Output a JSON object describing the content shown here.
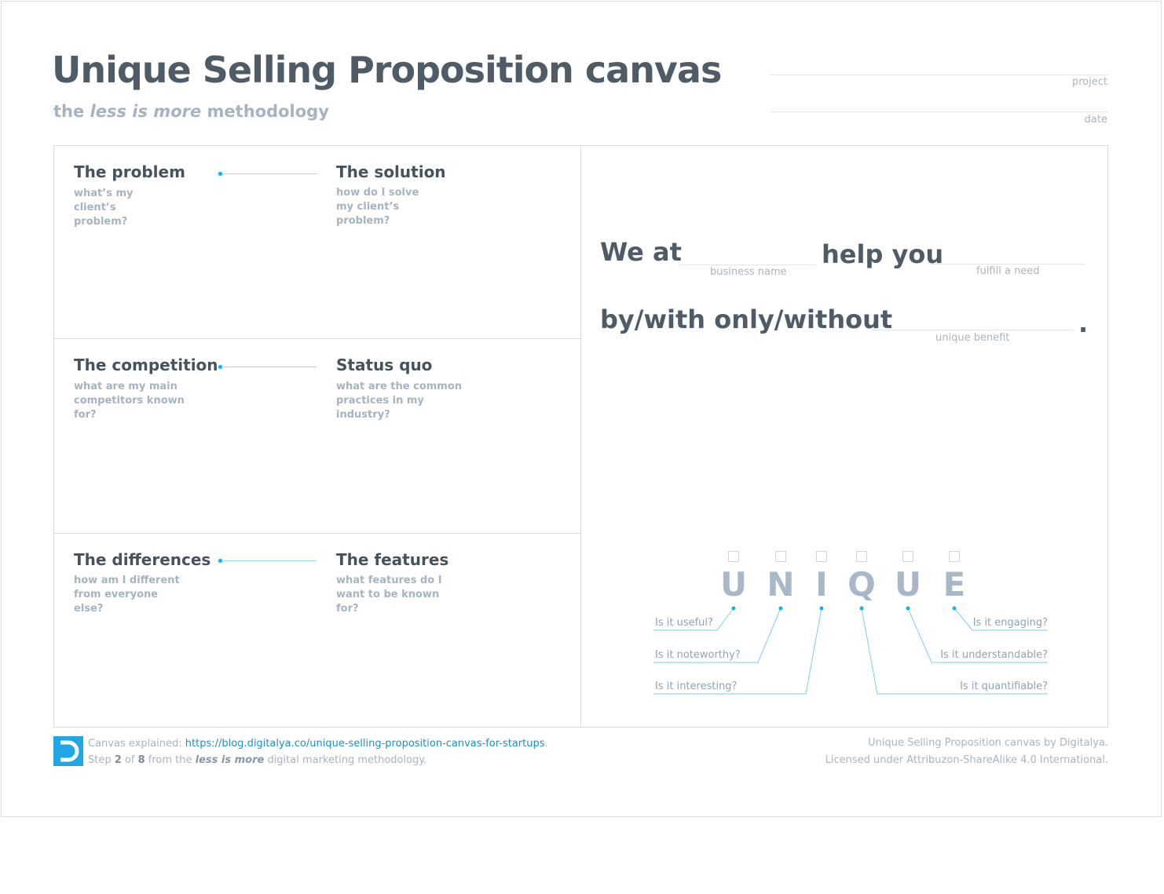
{
  "header": {
    "title": "Unique Selling Proposition canvas",
    "subtitle_pre": "the ",
    "subtitle_em": "less is more",
    "subtitle_post": " methodology",
    "project_label": "project",
    "date_label": "date"
  },
  "cells": [
    {
      "heading": "The problem",
      "question": "what’s my client’s problem?"
    },
    {
      "heading": "The solution",
      "question": "how do I solve my client’s problem?"
    },
    {
      "heading": "The competition",
      "question": "what are my main competitors known for?"
    },
    {
      "heading": "Status quo",
      "question": "what are the common practices in my industry?"
    },
    {
      "heading": "The differences",
      "question": "how am I different from everyone else?"
    },
    {
      "heading": "The features",
      "question": "what features do I want to be known for?"
    }
  ],
  "statement": {
    "we_at": "We at",
    "business_name": "business name",
    "help_you": "help you",
    "fulfill_need": "fulfill a need",
    "by_with": "by/with only/without",
    "unique_benefit": "unique benefit",
    "period": "."
  },
  "unique": {
    "letters": [
      "U",
      "N",
      "I",
      "Q",
      "U",
      "E"
    ],
    "criteria": [
      "Is it useful?",
      "Is it noteworthy?",
      "Is it interesting?",
      "Is it quantifiable?",
      "Is it understandable?",
      "Is it engaging?"
    ]
  },
  "footer": {
    "explained_label": "Canvas explained: ",
    "url": "https://blog.digitalya.co/unique-selling-proposition-canvas-for-startups",
    "url_suffix": ".",
    "step_pre": "Step ",
    "step_num": "2",
    "step_of": " of ",
    "step_total": "8",
    "step_from": " from the ",
    "step_em": "less is more",
    "step_post": " digital marketing methodology.",
    "credit": "Unique Selling Proposition canvas by Digitalya.",
    "license": "Licensed under Attribuzon-ShareAlike 4.0 International."
  },
  "colors": {
    "accent": "#1ea7e2",
    "heading": "#46525e",
    "muted": "#a7b3c0"
  }
}
